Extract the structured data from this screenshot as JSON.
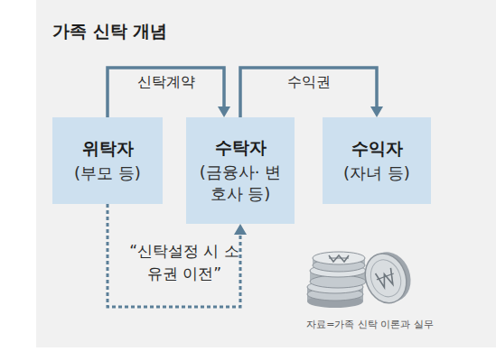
{
  "diagram": {
    "title": "가족 신탁 개념",
    "caption": "자료=가족 신탁 이론과 실무",
    "nodes": [
      {
        "text": [
          "위탁자",
          "(부모 등)"
        ]
      },
      {
        "text": [
          "수탁자",
          "(금융사· 변호사 등)"
        ]
      },
      {
        "text": [
          "수익자",
          "(자녀 등)"
        ]
      }
    ],
    "edges": [
      {
        "from": 0,
        "to": 1,
        "label": "신탁계약",
        "arrow": "to"
      },
      {
        "from": 1,
        "to": 2,
        "label": "수익권",
        "arrow": "to"
      },
      {
        "from": 0,
        "to": 1,
        "label": "“신탁설정 시 소유권 이전”",
        "arrow": "to"
      }
    ]
  }
}
